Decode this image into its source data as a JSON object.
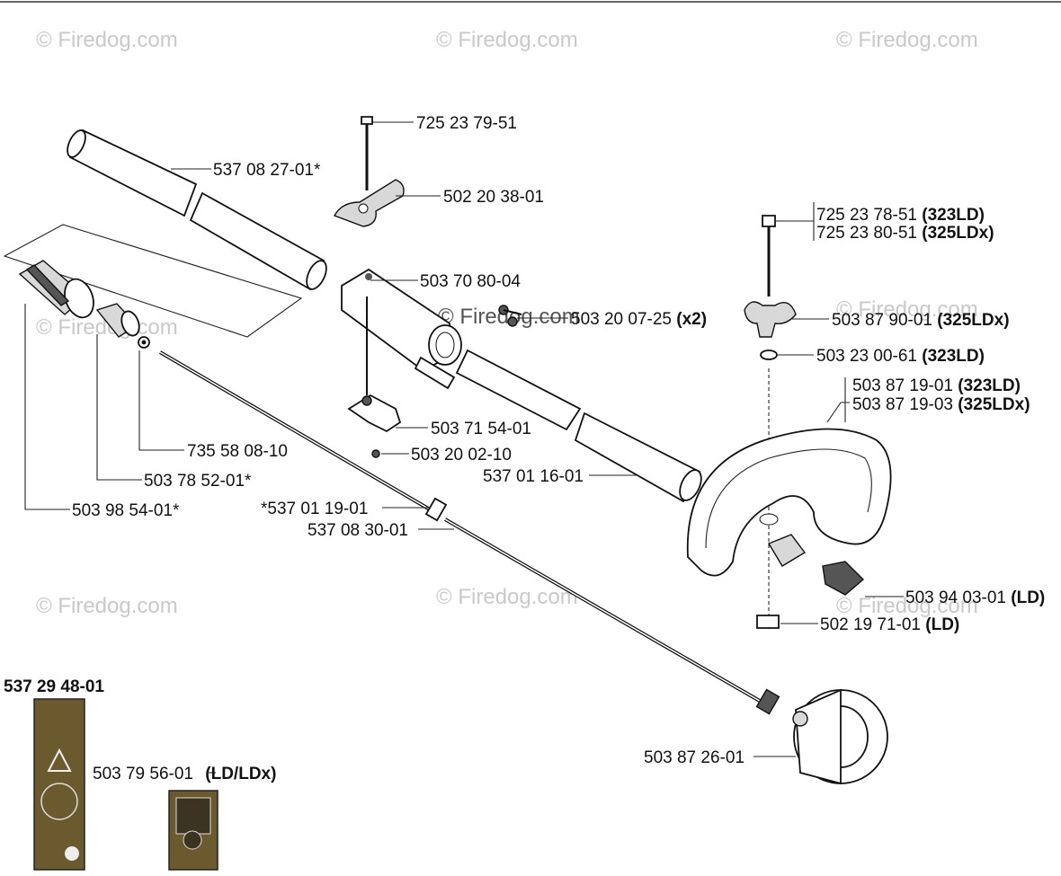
{
  "watermark_text": "© Firedog.com",
  "parts": [
    {
      "id": "p1",
      "number": "725 23 79-51",
      "suffix": ""
    },
    {
      "id": "p2",
      "number": "537 08 27-01*",
      "suffix": ""
    },
    {
      "id": "p3",
      "number": "502 20 38-01",
      "suffix": ""
    },
    {
      "id": "p4a",
      "number": "725 23 78-51",
      "suffix": "(323LD)"
    },
    {
      "id": "p4b",
      "number": "725 23 80-51",
      "suffix": "(325LDx)"
    },
    {
      "id": "p5",
      "number": "503 70 80-04",
      "suffix": ""
    },
    {
      "id": "p6",
      "number": "503 20 07-25",
      "suffix": "(x2)"
    },
    {
      "id": "p7",
      "number": "503 87 90-01",
      "suffix": "(325LDx)"
    },
    {
      "id": "p8",
      "number": "503 23 00-61",
      "suffix": "(323LD)"
    },
    {
      "id": "p9a",
      "number": "503 87 19-01",
      "suffix": "(323LD)"
    },
    {
      "id": "p9b",
      "number": "503 87 19-03",
      "suffix": "(325LDx)"
    },
    {
      "id": "p10",
      "number": "503 71 54-01",
      "suffix": ""
    },
    {
      "id": "p11",
      "number": "503 20 02-10",
      "suffix": ""
    },
    {
      "id": "p12",
      "number": "735 58 08-10",
      "suffix": ""
    },
    {
      "id": "p13",
      "number": "537 01 16-01",
      "suffix": ""
    },
    {
      "id": "p14",
      "number": "503 78 52-01*",
      "suffix": ""
    },
    {
      "id": "p15",
      "number": "*537 01 19-01",
      "suffix": ""
    },
    {
      "id": "p16",
      "number": "503 98 54-01*",
      "suffix": ""
    },
    {
      "id": "p17",
      "number": "537 08 30-01",
      "suffix": ""
    },
    {
      "id": "p18",
      "number": "503 94 03-01",
      "suffix": "(LD)"
    },
    {
      "id": "p19",
      "number": "502 19 71-01",
      "suffix": "(LD)"
    },
    {
      "id": "p20",
      "number": "503 79 56-01",
      "suffix": "(LD/LDx)"
    },
    {
      "id": "p21",
      "number": "503 87 26-01",
      "suffix": ""
    }
  ],
  "decal_kit_number": "537 29 48-01"
}
